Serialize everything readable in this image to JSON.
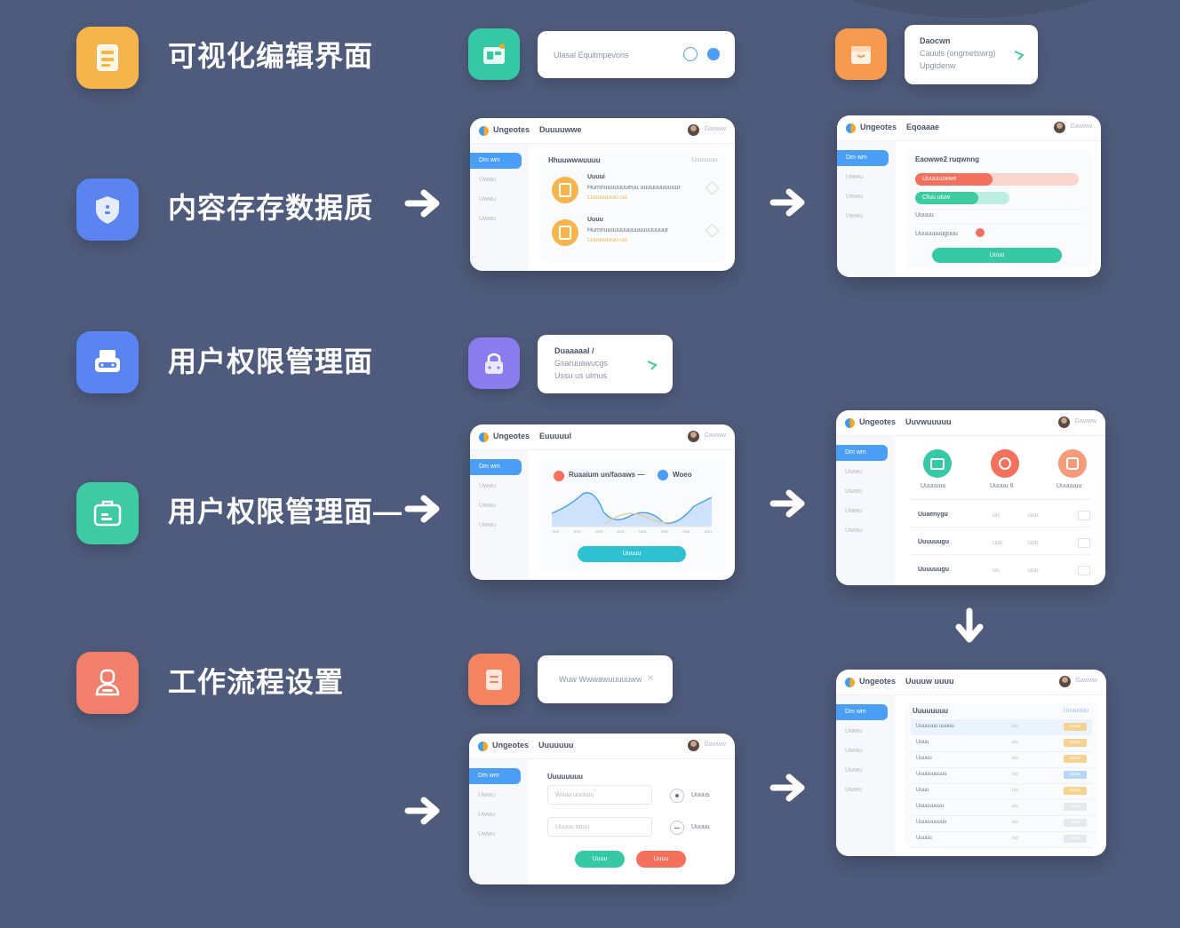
{
  "features": [
    {
      "label": "可视化编辑界面",
      "icon": "document-icon",
      "color": "#f5b54a"
    },
    {
      "label": "内容存存数据质",
      "icon": "shield-icon",
      "color": "#5b84f0"
    },
    {
      "label": "用户权限管理面",
      "icon": "printer-icon",
      "color": "#5a84f2"
    },
    {
      "label": "用户权限管理面—",
      "icon": "briefcase-icon",
      "color": "#3fcba2"
    },
    {
      "label": "工作流程设置",
      "icon": "user-icon",
      "color": "#f27f6c"
    }
  ],
  "chip1": {
    "text": "Ulasal Equitmpevons"
  },
  "chip2": {
    "title": "Daocwn",
    "line1": "Cauuls (ongmetswrg)",
    "line2": "Upgtdenw"
  },
  "chip3": {
    "title": "Duaaaaal /",
    "line1": "Gsaruuawucgs",
    "line2": "Ussu us ulmus"
  },
  "chip4": {
    "text": "Wuw Wwwawuuuuuww"
  },
  "mock1": {
    "brand": "Ungeotes",
    "title": "Duuuuwwe",
    "user": "Gawww",
    "nav_active": "Dm wm",
    "nav": [
      "Uwwu",
      "Uwwu",
      "Uwwu"
    ],
    "heading": "Hhuuwwwuuuu",
    "heading_right": "Uuuuuuu",
    "items": [
      {
        "title": "Uuuui",
        "desc": "Humnuuuuuuueuu uuuuuuuuuuur",
        "sub": "Luuuuuuuu uu"
      },
      {
        "title": "Uuuu",
        "desc": "Humnuuuuuuuuuuuuuuuuuur",
        "sub": "Luuuuuuuu uu"
      }
    ]
  },
  "mock2": {
    "brand": "Ungeotes",
    "title": "Eqoaaae",
    "user": "Gawww",
    "nav_active": "Dm wm",
    "nav": [
      "Uwwu",
      "Uwwu",
      "Uwwu"
    ],
    "heading": "Eaowwe2 ruqwnng",
    "bar1": "Uuuuuuwwe",
    "bar2": "Cfuu uiuw",
    "label3": "Uuuuu",
    "label4": "Uuuuuuuuguuu",
    "button": "Uuuu"
  },
  "mock3": {
    "brand": "Ungeotes",
    "title": "Euuuuul",
    "user": "Gawww",
    "nav_active": "Dm wm",
    "nav": [
      "Uwwu",
      "Uwwu",
      "Uwwu"
    ],
    "heading": "Ruaaium un/faoaws —",
    "heading2": "Woeo",
    "axis": [
      "uuu",
      "uuu",
      "uuu",
      "uuu",
      "uuu",
      "uuu",
      "uuu",
      "uuu"
    ],
    "button": "Uuuuu"
  },
  "mock4": {
    "brand": "Ungeotes",
    "title": "Uuvwuuuuu",
    "user": "Gawww",
    "nav_active": "Dm wm",
    "nav": [
      "Uwwu",
      "Uwwu",
      "Uwwu",
      "Uwwu"
    ],
    "icons": [
      "Uuuuuuu",
      "Uuuuu 6",
      "Uuuuuuu"
    ],
    "rows": [
      {
        "name": "Uuaenygu",
        "a": "uu",
        "b": "uuu"
      },
      {
        "name": "Uuuuuugu",
        "a": "uuu",
        "b": "uuu"
      },
      {
        "name": "Uuuuuugu",
        "a": "uu",
        "b": "uuu"
      }
    ]
  },
  "mock5": {
    "brand": "Ungeotes",
    "title": "Uuuuuuu",
    "user": "Gawww",
    "nav_active": "Dm wm",
    "nav": [
      "Uwwu",
      "Uwwu",
      "Uwwu"
    ],
    "heading": "Uuuuuuuu",
    "input1": "Wuuu uuuuuu",
    "input2": "Uuuuu uuuu",
    "opt1": "Uuuus",
    "opt2": "Uuuuu",
    "ok": "Uuuu",
    "cancel": "Uuuu"
  },
  "mock6": {
    "brand": "Ungeotes",
    "title": "Uuuuw uuuu",
    "user": "Gawww",
    "nav_active": "Dm wm",
    "nav": [
      "Uwwu",
      "Uwwu",
      "Uwwu",
      "Uwwu"
    ],
    "heading": "Uuuuuuuu",
    "heading_right": "Uuuuuuu",
    "rows": [
      {
        "name": "Uuuuuuu uuuuu",
        "a": "uu",
        "b": "uuuu"
      },
      {
        "name": "Uuuu",
        "a": "uu",
        "b": "uuuu"
      },
      {
        "name": "Uuuuu",
        "a": "uu",
        "b": "uuuu"
      },
      {
        "name": "Uuuuuuuuuu",
        "a": "uu",
        "b": "uuuu"
      },
      {
        "name": "Uuuu",
        "a": "uu",
        "b": "uuuu"
      },
      {
        "name": "Uuuuuuuuu",
        "a": "uu",
        "b": "uuuu"
      },
      {
        "name": "Uuuuuuuuuu",
        "a": "uu",
        "b": "uuuu"
      },
      {
        "name": "Uuuuu",
        "a": "uu",
        "b": "uuuu"
      }
    ]
  }
}
